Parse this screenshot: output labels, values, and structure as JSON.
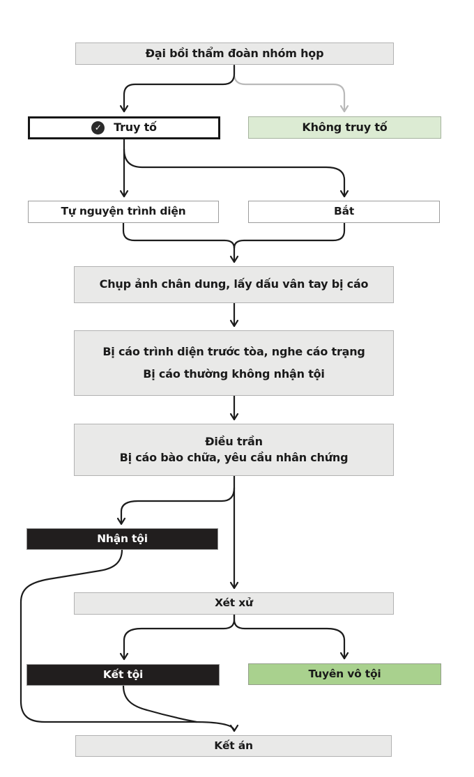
{
  "diagram": {
    "nodes": {
      "grand_jury": {
        "label": "Đại bồi thẩm đoàn nhóm họp",
        "style": "gray"
      },
      "indict": {
        "label": "Truy tố",
        "style": "white-bold",
        "icon": "check-circle"
      },
      "no_indict": {
        "label": "Không truy tố",
        "style": "green-light"
      },
      "surrender": {
        "label": "Tự nguyện trình diện",
        "style": "white"
      },
      "arrest": {
        "label": "Bắt",
        "style": "white"
      },
      "booking": {
        "label": "Chụp ảnh chân dung, lấy dấu vân tay bị cáo",
        "style": "gray"
      },
      "arraignment": {
        "line1": "Bị cáo trình diện trước tòa, nghe cáo trạng",
        "line2": "Bị cáo thường không nhận tội",
        "style": "gray"
      },
      "hearing": {
        "line1": "Điều trần",
        "line2": "Bị cáo bào chữa, yêu cầu nhân chứng",
        "style": "gray"
      },
      "plead_guilty": {
        "label": "Nhận tội",
        "style": "black"
      },
      "trial": {
        "label": "Xét xử",
        "style": "gray"
      },
      "convict": {
        "label": "Kết tội",
        "style": "black"
      },
      "acquit": {
        "label": "Tuyên vô tội",
        "style": "green"
      },
      "sentencing": {
        "label": "Kết án",
        "style": "gray"
      }
    },
    "edges": [
      {
        "from": "grand_jury",
        "to": "indict",
        "color": "black"
      },
      {
        "from": "grand_jury",
        "to": "no_indict",
        "color": "gray"
      },
      {
        "from": "indict",
        "to": "surrender",
        "color": "black"
      },
      {
        "from": "indict",
        "to": "arrest",
        "color": "black"
      },
      {
        "from": "surrender",
        "to": "booking",
        "color": "black"
      },
      {
        "from": "arrest",
        "to": "booking",
        "color": "black"
      },
      {
        "from": "booking",
        "to": "arraignment",
        "color": "black"
      },
      {
        "from": "arraignment",
        "to": "hearing",
        "color": "black"
      },
      {
        "from": "hearing",
        "to": "trial",
        "color": "black"
      },
      {
        "from": "hearing",
        "to": "plead_guilty",
        "color": "black"
      },
      {
        "from": "plead_guilty",
        "to": "sentencing",
        "color": "black"
      },
      {
        "from": "trial",
        "to": "convict",
        "color": "black"
      },
      {
        "from": "trial",
        "to": "acquit",
        "color": "black"
      },
      {
        "from": "convict",
        "to": "sentencing",
        "color": "black"
      }
    ],
    "colors": {
      "box_gray": "#e9e9e8",
      "box_white": "#ffffff",
      "box_black": "#211e1e",
      "box_green_light": "#dcebd3",
      "box_green": "#a9d18e",
      "arrow_black": "#1c1c1c",
      "arrow_gray": "#b9b9b9"
    },
    "icons": {
      "check_glyph": "✓"
    }
  }
}
